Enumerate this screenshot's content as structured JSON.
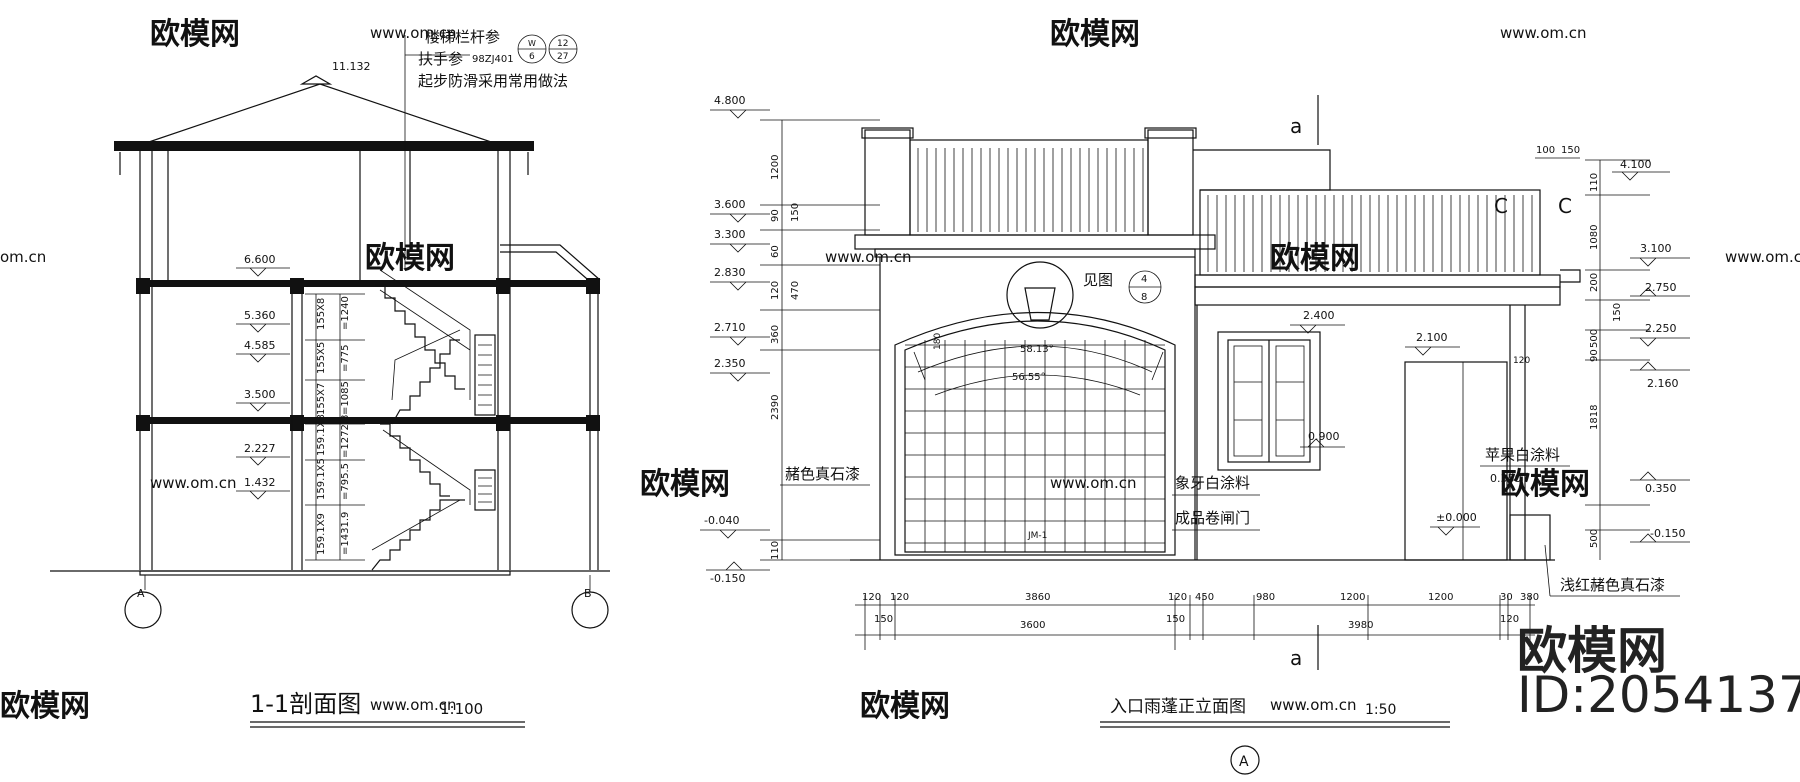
{
  "watermark": {
    "brand": "欧模网",
    "url": "www.om.cn",
    "url_short": "om.cn"
  },
  "brand_block": {
    "title": "欧模网",
    "id_label": "ID:2054137"
  },
  "section_view": {
    "title": "1-1剖面图",
    "scale": "1:100",
    "ridge_elev": "11.132",
    "stair_note": {
      "line1": "楼梯栏杆参",
      "line2": "扶手参",
      "line2_ref": "98ZJ401",
      "line3": "起步防滑采用常用做法",
      "ref1_top": "W",
      "ref1_bottom": "6",
      "ref2_top": "12",
      "ref2_bottom": "27"
    },
    "levels": [
      "6.600",
      "5.360",
      "4.585",
      "3.500",
      "2.227",
      "1.432"
    ],
    "stair_dims": [
      "155X8",
      "=1240",
      "155X5",
      "=775",
      "155X7",
      "=1085",
      "159.1X8",
      "=1272.8",
      "159.1X5",
      "=795.5",
      "159.1X9",
      "=1431.9"
    ],
    "axis_labels": [
      "A",
      "B"
    ]
  },
  "elevation_view": {
    "title": "入口雨蓬正立面图",
    "scale": "1:50",
    "section_mark": "a",
    "axis_label": "A",
    "detail_ref": {
      "label": "见图",
      "top": "4",
      "bottom": "8"
    },
    "door_code": "JM-1",
    "angles": [
      "58.13°",
      "56.55°"
    ],
    "left_levels": [
      "4.800",
      "3.600",
      "3.300",
      "2.830",
      "2.710",
      "2.350",
      "-0.040",
      "-0.150"
    ],
    "left_dims": [
      "1200",
      "90",
      "150",
      "60",
      "470",
      "120",
      "360",
      "2390",
      "110"
    ],
    "right_levels": [
      "4.100",
      "3.100",
      "2.750",
      "2.250",
      "2.160",
      "0.350",
      "-0.150"
    ],
    "right_dims": [
      "110",
      "1080",
      "200",
      "150",
      "500",
      "90",
      "1818",
      "500"
    ],
    "top_dims": [
      "100",
      "150"
    ],
    "mid_levels": [
      "2.400",
      "2.100",
      "0.900",
      "±0.000",
      "0.350"
    ],
    "small_dim": "180",
    "c_marks": [
      "C",
      "C"
    ],
    "notes": [
      "赭色真石漆",
      "象牙白涂料",
      "成品卷闸门",
      "苹果白涂料",
      "浅红赭色真石漆"
    ],
    "bottom_dims_row1": [
      "120",
      "120",
      "3860",
      "120",
      "450",
      "980",
      "1200",
      "1200",
      "30",
      "380"
    ],
    "bottom_dims_row2": [
      "150",
      "3600",
      "150",
      "3980",
      "120"
    ],
    "post_dim": "120"
  }
}
